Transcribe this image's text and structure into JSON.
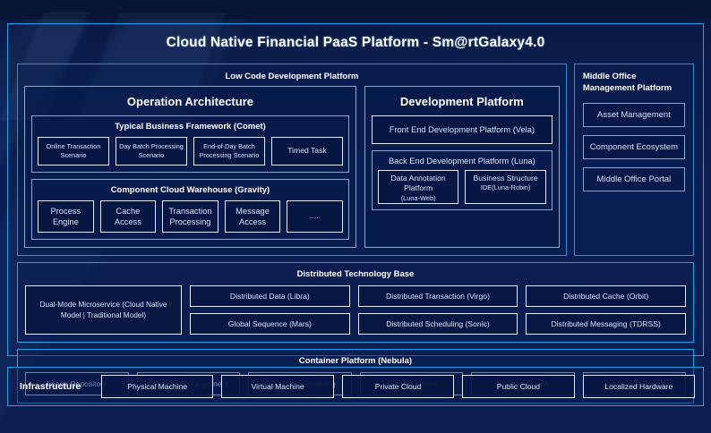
{
  "title": "Cloud Native Financial PaaS Platform - Sm@rtGalaxy4.0",
  "colors": {
    "accent_border": "#21a3e8",
    "panel_border": "#8fa7cc",
    "chip_border": "#e3ecfa",
    "background": "#0b1f52",
    "text": "#d6e4f9"
  },
  "low_code": {
    "title": "Low Code Development Platform",
    "operation_architecture": {
      "title": "Operation Architecture",
      "groups": [
        {
          "title": "Typical Business Framework (Comet)",
          "items": [
            "Online Transaction Scenario",
            "Day Batch Processing Scenario",
            "End-of-Day Batch Processing Scenario",
            "Timed Task"
          ]
        },
        {
          "title": "Component Cloud Warehouse (Gravity)",
          "items": [
            "Process Engine",
            "Cache Access",
            "Transaction Processing",
            "Message Access",
            "......"
          ]
        }
      ]
    },
    "development_platform": {
      "title": "Development Platform",
      "front_end": "Front End Development Platform (Vela)",
      "back_end": {
        "title": "Back End Development Platform (Luna)",
        "items": [
          {
            "main": "Data Annotation Platform",
            "sub": "(Luna-Web)"
          },
          {
            "main": "Business Structure",
            "sub": "IDE(Luna-Robin)"
          }
        ]
      }
    }
  },
  "middle_office": {
    "title": "Middle Office Management Platform",
    "items": [
      "Asset Management",
      "Component Ecosystem",
      "Middle Office Portal"
    ]
  },
  "distributed_technology_base": {
    "title": "Distributed Technology Base",
    "highlight": "Dual-Mode Microservice (Cloud Native Model | Traditional Model)",
    "items": [
      "Distributed Data (Libra)",
      "Distributed Transaction (Virgo)",
      "Distributed Cache (Orbit)",
      "Global Sequence (Mars)",
      "Distributed Scheduling (Sonic)",
      "Distributed Messaging (TDRSS)"
    ]
  },
  "container_platform": {
    "title": "Container Platform (Nebula)",
    "items": [
      "Image Repository",
      "Container Arrangement",
      "Container Monitoring",
      "Network Driven",
      "Storage Driven",
      "Computing Driven"
    ]
  },
  "infrastructure": {
    "label": "Infrastructure",
    "items": [
      "Physical Machine",
      "Virtual Machine",
      "Private Cloud",
      "Public Cloud",
      "Localized Hardware"
    ]
  }
}
